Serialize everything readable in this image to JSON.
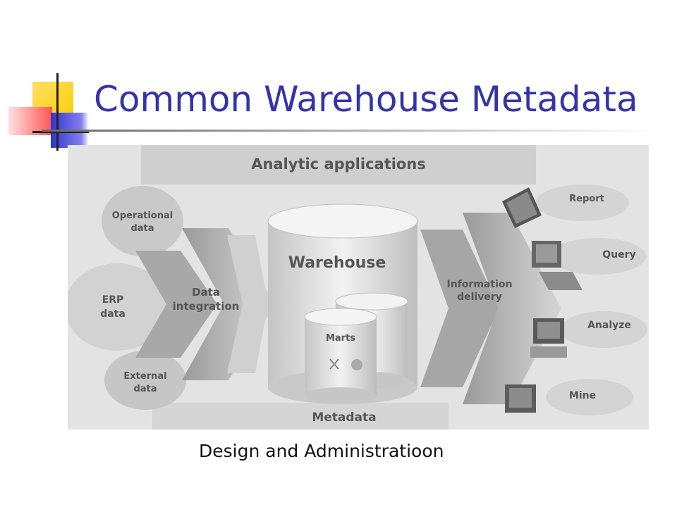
{
  "slide": {
    "title": "Common Warehouse Metadata",
    "caption": "Design and Administratioon"
  },
  "colors": {
    "title": "#3333aa",
    "deco_yellow": "#ffcc00",
    "deco_blue": "#3333cc",
    "deco_red": "#ff3333",
    "diagram_gray": "#d9d9d9"
  },
  "diagram": {
    "top_band": "Analytic applications",
    "sources": [
      {
        "line1": "Operational",
        "line2": "data"
      },
      {
        "line1": "ERP",
        "line2": "data"
      },
      {
        "line1": "External",
        "line2": "data"
      }
    ],
    "integration": {
      "line1": "Data",
      "line2": "integration"
    },
    "warehouse": "Warehouse",
    "marts": "Marts",
    "delivery": {
      "line1": "Information",
      "line2": "delivery"
    },
    "outputs": [
      "Report",
      "Query",
      "Analyze",
      "Mine"
    ],
    "bottom_band": "Metadata"
  }
}
